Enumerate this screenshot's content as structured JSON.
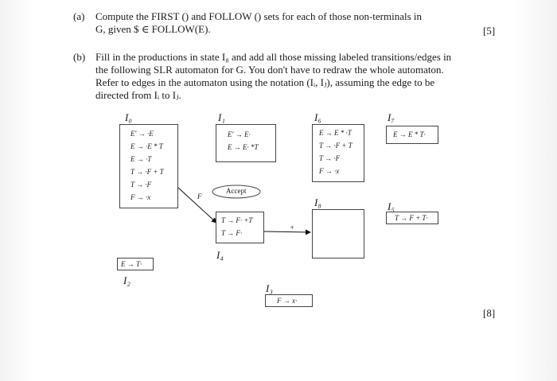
{
  "part_a": {
    "label": "(a)",
    "line1": "Compute the FIRST () and FOLLOW () sets for each of those non-terminals in",
    "line2": "G, given $ ∈ FOLLOW(E).",
    "marks": "[5]"
  },
  "part_b": {
    "label": "(b)",
    "lines": [
      "Fill in the productions in state I₈ and add all those missing labeled transitions/edges in",
      "the following SLR automaton for G. You don't have to redraw the whole automaton.",
      "Refer to edges in the automaton using the notation (Iᵢ, Iⱼ), assuming the edge to be",
      "directed from Iᵢ to Iⱼ."
    ],
    "marks": "[8]"
  },
  "automaton": {
    "states": {
      "I0": {
        "label": "I₀",
        "items": [
          "E′ → ·E",
          "E → ·E * T",
          "E → ·T",
          "T → ·F + T",
          "T → ·F",
          "F → ·x"
        ]
      },
      "I1": {
        "label": "I₁",
        "items": [
          "E′ → E·",
          "E → E· *T"
        ]
      },
      "I6": {
        "label": "I₆",
        "items": [
          "E → E * ·T",
          "T → ·F + T",
          "T → ·F",
          "F → ·x"
        ]
      },
      "I7": {
        "label": "I₇",
        "items": [
          "E → E * T·"
        ]
      },
      "I4": {
        "label": "I₄",
        "items": [
          "T → F· +T",
          "T → F·"
        ]
      },
      "I8": {
        "label": "I₈",
        "items": []
      },
      "I5": {
        "label": "I₅",
        "items": [
          "T → F + T·"
        ]
      },
      "I2": {
        "label": "I₂",
        "items": [
          "E → T·"
        ]
      },
      "I3": {
        "label": "I₃",
        "items": [
          "F → x·"
        ]
      }
    },
    "accept": "Accept",
    "edges": {
      "I0_I4": "F",
      "I4_I8": "+"
    }
  }
}
